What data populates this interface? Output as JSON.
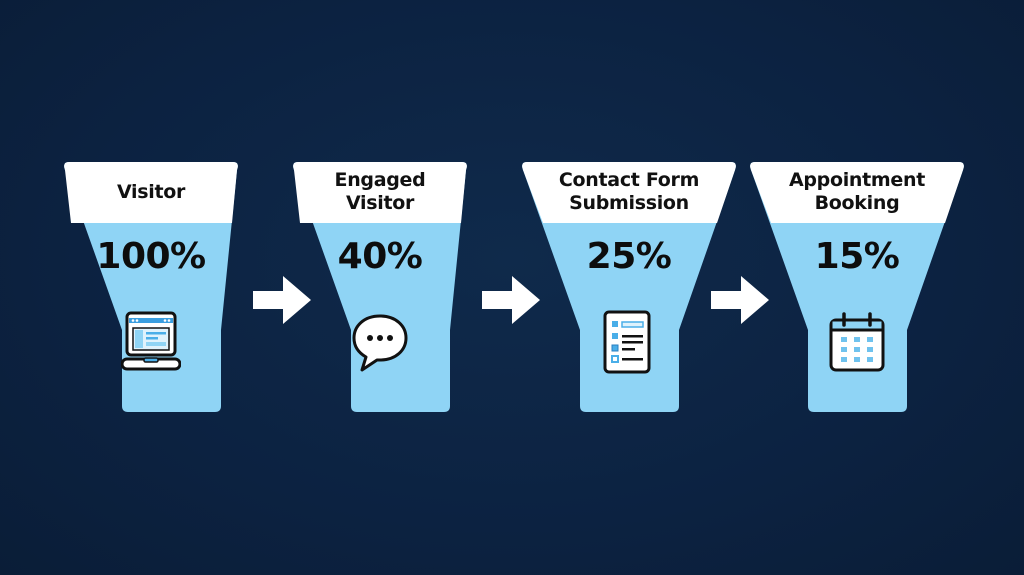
{
  "diagram": {
    "type": "conversion-funnel",
    "colors": {
      "background": "#0d2341",
      "funnel_top": "#ffffff",
      "funnel_body": "#8fd4f5",
      "arrow": "#ffffff",
      "icon_accent": "#4aaee8"
    },
    "stages": [
      {
        "label": "Visitor",
        "percent": "100%",
        "value": 100,
        "icon": "laptop-icon"
      },
      {
        "label": "Engaged Visitor",
        "percent": "40%",
        "value": 40,
        "icon": "chat-bubble-icon"
      },
      {
        "label": "Contact Form Submission",
        "percent": "25%",
        "value": 25,
        "icon": "form-document-icon"
      },
      {
        "label": "Appointment Booking",
        "percent": "15%",
        "value": 15,
        "icon": "calendar-icon"
      }
    ],
    "connector": "arrow-right-icon"
  }
}
